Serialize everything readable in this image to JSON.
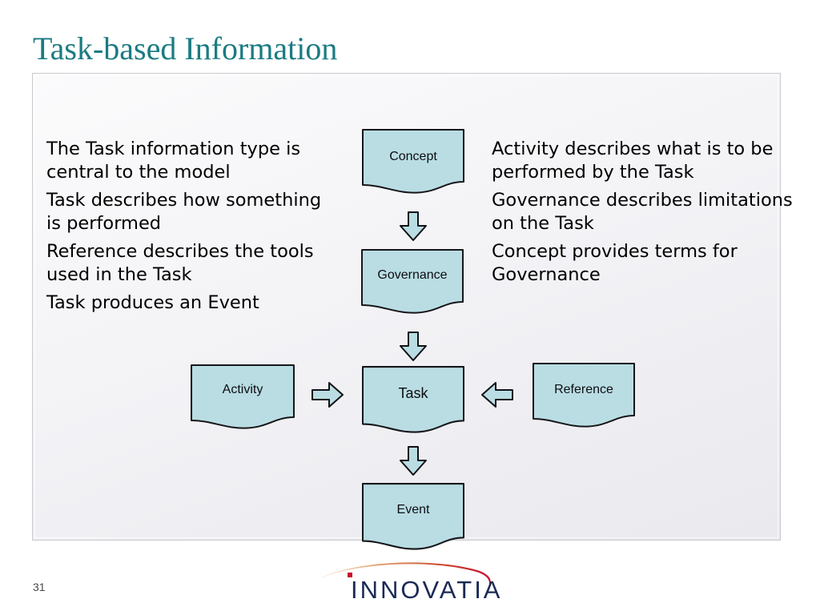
{
  "slide": {
    "title": "Task-based Information",
    "page_number": "31",
    "title_color": "#1a7b82",
    "shape_fill": "#b9dde3",
    "shape_stroke": "#1a1a1a",
    "panel_bg": "#eeeef2"
  },
  "left_column": {
    "paragraphs": [
      "The Task information type is central to the model",
      "Task describes how something is performed",
      "Reference describes the tools used in the Task",
      "Task produces an Event"
    ]
  },
  "right_column": {
    "paragraphs": [
      "Activity describes what is to be performed by the Task",
      "Governance describes limitations on the Task",
      "Concept provides terms for Governance"
    ]
  },
  "diagram": {
    "nodes": [
      {
        "id": "concept",
        "label": "Concept",
        "font_size": 16
      },
      {
        "id": "governance",
        "label": "Governance",
        "font_size": 16
      },
      {
        "id": "activity",
        "label": "Activity",
        "font_size": 16
      },
      {
        "id": "task",
        "label": "Task",
        "font_size": 18
      },
      {
        "id": "reference",
        "label": "Reference",
        "font_size": 16
      },
      {
        "id": "event",
        "label": "Event",
        "font_size": 16
      }
    ],
    "connectors": [
      {
        "id": "concept-to-governance",
        "direction": "down"
      },
      {
        "id": "governance-to-task",
        "direction": "down"
      },
      {
        "id": "activity-to-task",
        "direction": "right"
      },
      {
        "id": "reference-to-task",
        "direction": "left"
      },
      {
        "id": "task-to-event",
        "direction": "down"
      }
    ]
  },
  "logo": {
    "wordmark": "INNOVATIA",
    "text_color": "#1b2a55",
    "swoosh_color": "#c8102e"
  }
}
